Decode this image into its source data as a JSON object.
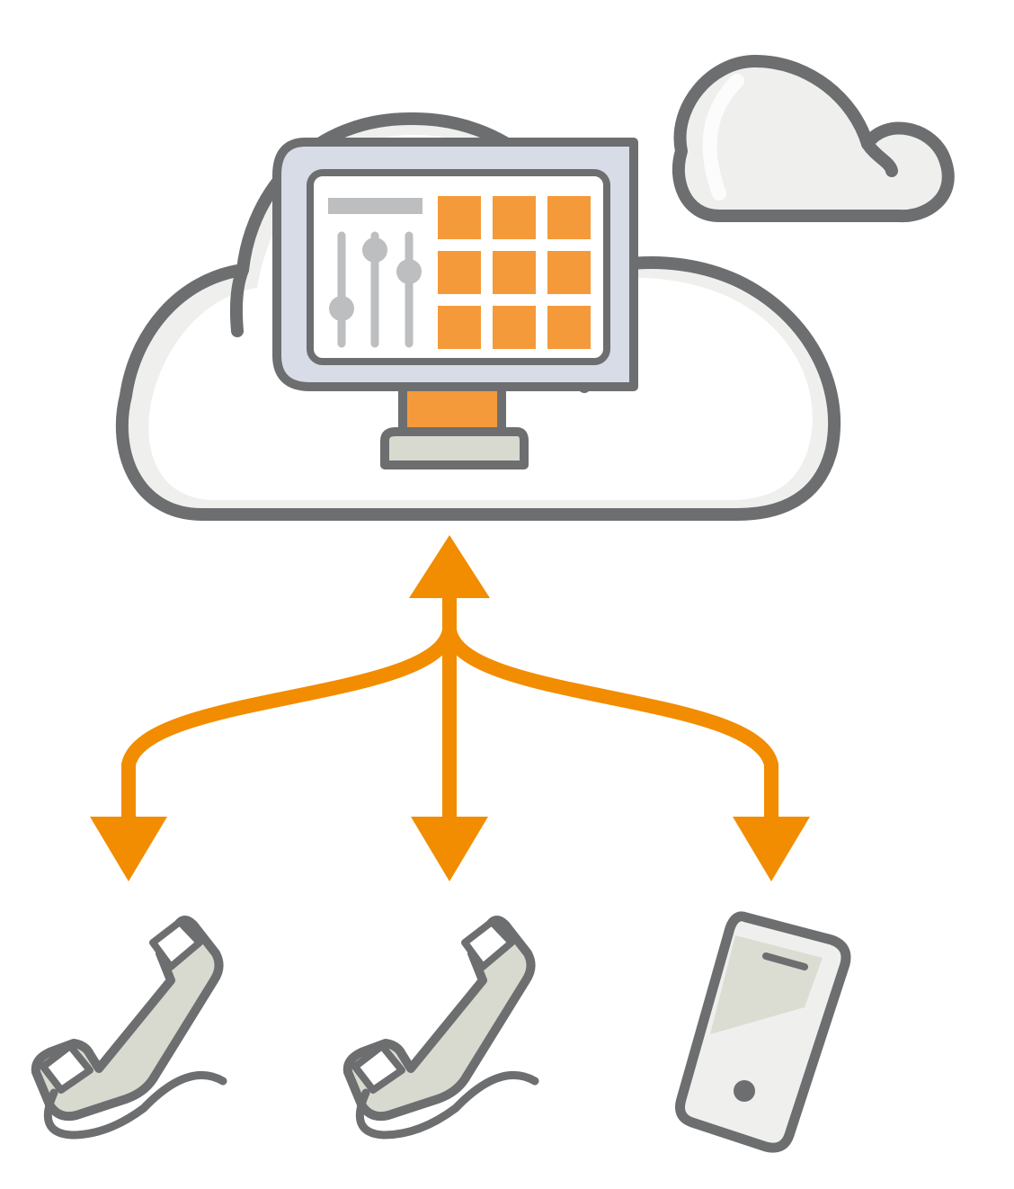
{
  "diagram": {
    "nodes": [
      {
        "id": "cloud-system",
        "kind": "cloud"
      },
      {
        "id": "small-cloud",
        "kind": "cloud"
      },
      {
        "id": "monitor",
        "kind": "computer-display"
      },
      {
        "id": "desk-phone-1",
        "kind": "desk-phone"
      },
      {
        "id": "desk-phone-2",
        "kind": "desk-phone"
      },
      {
        "id": "mobile-phone",
        "kind": "smartphone"
      }
    ],
    "edges": [
      {
        "from": "desk-phone-1",
        "to": "cloud-system",
        "direction": "both"
      },
      {
        "from": "desk-phone-2",
        "to": "cloud-system",
        "direction": "both"
      },
      {
        "from": "mobile-phone",
        "to": "cloud-system",
        "direction": "both"
      }
    ],
    "monitor_screen": {
      "slider_count": 3,
      "tile_grid": {
        "rows": 3,
        "cols": 3
      }
    }
  },
  "colors": {
    "accent": "#F28C00",
    "tile": "#F59A3A",
    "outline": "#6D6E70",
    "gray_light": "#BCBEC0",
    "fill_soft": "#EFF0EE",
    "monitor_frame": "#D8DCE6",
    "handset_fill": "#D8DACF"
  }
}
